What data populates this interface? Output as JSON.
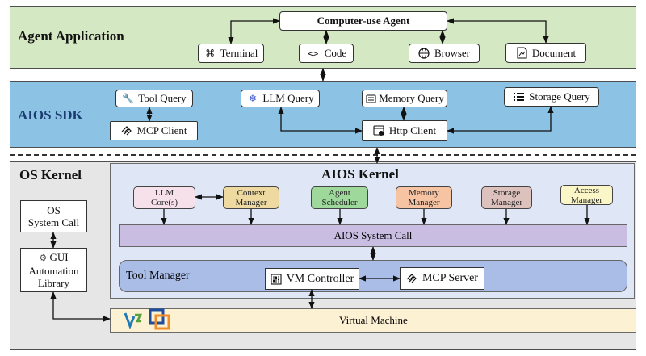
{
  "layers": {
    "app_title": "Agent Application",
    "sdk_title": "AIOS SDK",
    "os_title": "OS Kernel",
    "kernel_title": "AIOS Kernel"
  },
  "app": {
    "agent": "Computer-use Agent",
    "tools": [
      {
        "label": "Terminal",
        "icon": "command-icon"
      },
      {
        "label": "Code",
        "icon": "code-icon"
      },
      {
        "label": "Browser",
        "icon": "globe-icon"
      },
      {
        "label": "Document",
        "icon": "document-icon"
      }
    ]
  },
  "sdk": {
    "tool_query": "Tool Query",
    "llm_query": "LLM Query",
    "memory_query": "Memory Query",
    "storage_query": "Storage Query",
    "mcp_client": "MCP Client",
    "http_client": "Http Client"
  },
  "os": {
    "system_call": [
      "OS",
      "System Call"
    ],
    "gui_lib": [
      "GUI",
      "Automation",
      "Library"
    ]
  },
  "kernel": {
    "modules": [
      {
        "lines": [
          "LLM",
          "Core(s)"
        ],
        "color": "#f6e1ea"
      },
      {
        "lines": [
          "Context",
          "Manager"
        ],
        "color": "#eed9a0"
      },
      {
        "lines": [
          "Agent",
          "Scheduler"
        ],
        "color": "#9ed89a"
      },
      {
        "lines": [
          "Memory",
          "Manager"
        ],
        "color": "#f7c4a3"
      },
      {
        "lines": [
          "Storage",
          "Manager"
        ],
        "color": "#ddc1bd"
      },
      {
        "lines": [
          "Access",
          "Manager"
        ],
        "color": "#fbf6c8"
      }
    ],
    "system_call": "AIOS System Call",
    "tool_manager": "Tool Manager",
    "vm_controller": "VM Controller",
    "mcp_server": "MCP Server"
  },
  "vm": {
    "label": "Virtual Machine"
  }
}
